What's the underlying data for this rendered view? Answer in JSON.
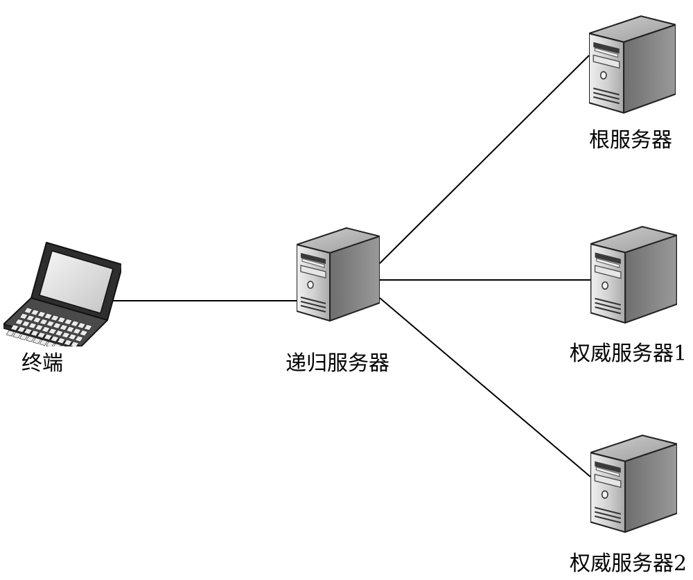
{
  "nodes": {
    "terminal": {
      "label": "终端",
      "icon": "laptop-icon"
    },
    "recursive": {
      "label": "递归服务器",
      "icon": "server-icon"
    },
    "root": {
      "label": "根服务器",
      "icon": "server-icon"
    },
    "auth1": {
      "label": "权威服务器1",
      "icon": "server-icon"
    },
    "auth2": {
      "label": "权威服务器2",
      "icon": "server-icon"
    }
  },
  "connections": [
    {
      "from": "terminal",
      "to": "recursive"
    },
    {
      "from": "recursive",
      "to": "root"
    },
    {
      "from": "recursive",
      "to": "auth1"
    },
    {
      "from": "recursive",
      "to": "auth2"
    }
  ],
  "colors": {
    "line": "#000000",
    "server_front": "#d9d9d9",
    "server_side": "#8a8a8a",
    "server_top": "#b5b5b5"
  }
}
